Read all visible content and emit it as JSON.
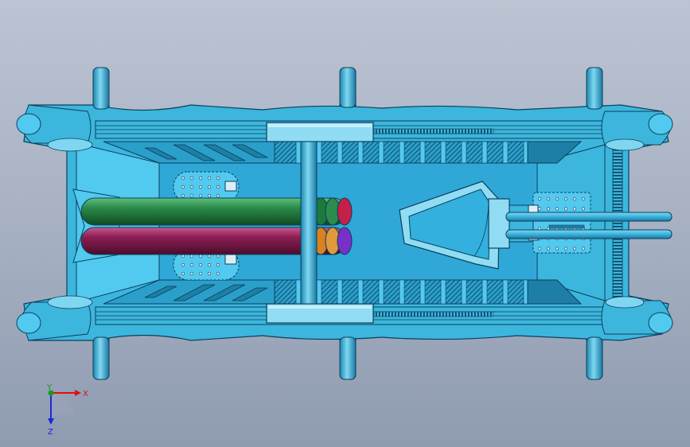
{
  "app": {
    "kind": "3D CAD model viewport",
    "background_top": "#bcc4d3",
    "background_bottom": "#8f9bb1"
  },
  "colors": {
    "frame": "#3cb6dc",
    "frame_dark": "#1d7fa6",
    "frame_light": "#7fd6f0",
    "outline": "#0c3f5c",
    "deck": "#33b0de",
    "deck_light": "#52c9ef",
    "green_tube": "#1e7a3c",
    "maroon_tube": "#8c1f55",
    "tube_end_red": "#c42048",
    "tube_end_orange": "#d9821e",
    "tube_end_purple": "#7a2fc7",
    "axis_x": "#d11",
    "axis_y": "#1a9a1a",
    "axis_z": "#1a2ad9"
  },
  "triad": {
    "x_label": "X",
    "y_label": "Y",
    "z_label": "Z"
  }
}
